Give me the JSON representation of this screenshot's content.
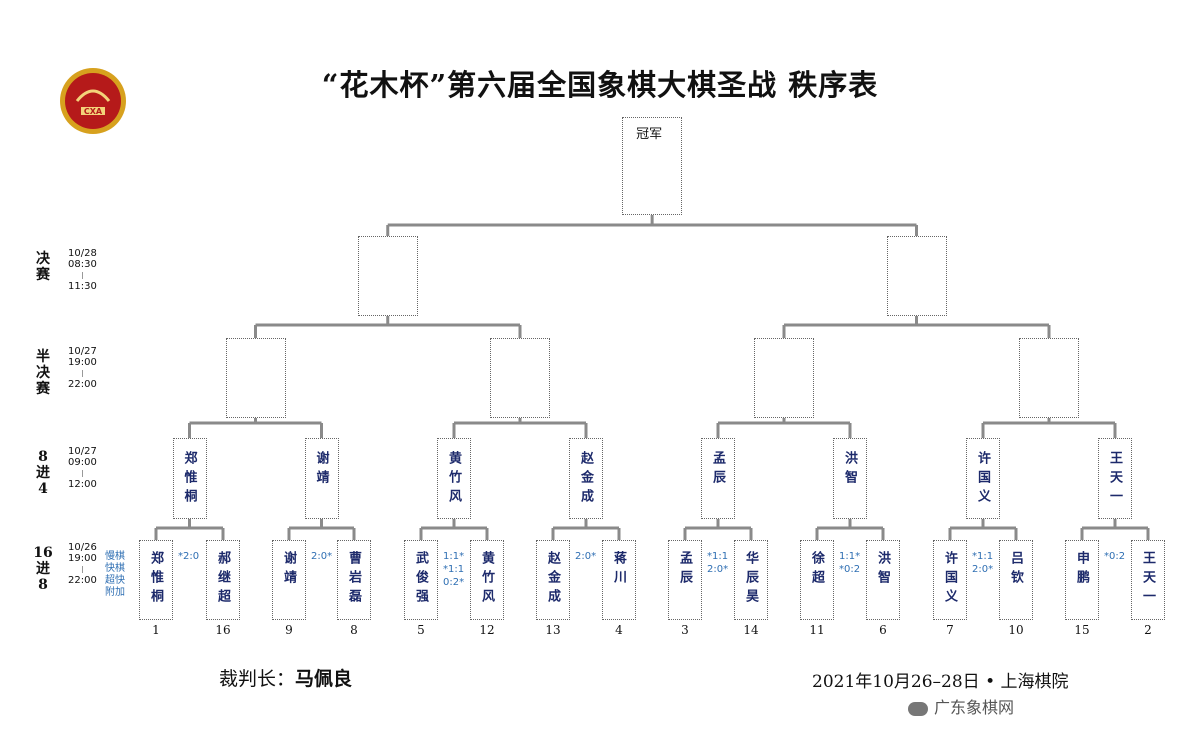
{
  "title": "“花木杯”第六届全国象棋大棋圣战  秩序表",
  "logo_text": "CXA",
  "champion_label": "冠军",
  "rounds": [
    {
      "label": "决\n赛",
      "date": "10/28",
      "start": "08:30",
      "end": "11:30"
    },
    {
      "label": "半\n决\n赛",
      "date": "10/27",
      "start": "19:00",
      "end": "22:00"
    },
    {
      "label": "8\n进\n4",
      "date": "10/27",
      "start": "09:00",
      "end": "12:00"
    },
    {
      "label": "16\n进\n8",
      "date": "10/26",
      "start": "19:00",
      "end": "22:00"
    }
  ],
  "tiebreak_note": "慢棋\n快棋\n超快\n附加",
  "r16": [
    {
      "seed": "1",
      "name": "郑惟桐"
    },
    {
      "seed": "16",
      "name": "郝继超"
    },
    {
      "seed": "9",
      "name": "谢靖"
    },
    {
      "seed": "8",
      "name": "曹岩磊"
    },
    {
      "seed": "5",
      "name": "武俊强"
    },
    {
      "seed": "12",
      "name": "黄竹风"
    },
    {
      "seed": "13",
      "name": "赵金成"
    },
    {
      "seed": "4",
      "name": "蒋川"
    },
    {
      "seed": "3",
      "name": "孟辰"
    },
    {
      "seed": "14",
      "name": "华辰昊"
    },
    {
      "seed": "11",
      "name": "徐超"
    },
    {
      "seed": "6",
      "name": "洪智"
    },
    {
      "seed": "7",
      "name": "许国义"
    },
    {
      "seed": "10",
      "name": "吕钦"
    },
    {
      "seed": "15",
      "name": "申鹏"
    },
    {
      "seed": "2",
      "name": "王天一"
    }
  ],
  "r16_scores": [
    "*2:0",
    "2:0*",
    "1:1*\n*1:1\n0:2*",
    "2:0*",
    "*1:1\n2:0*",
    "1:1*\n*0:2",
    "*1:1\n2:0*",
    "*0:2"
  ],
  "qf": [
    "郑惟桐",
    "谢靖",
    "黄竹风",
    "赵金成",
    "孟辰",
    "洪智",
    "许国义",
    "王天一"
  ],
  "sf": [
    "",
    "",
    "",
    ""
  ],
  "final": [
    "",
    ""
  ],
  "champion": "",
  "referee_label": "裁判长：",
  "referee_name": "马佩良",
  "venue": "2021年10月26–28日 • 上海棋院",
  "watermark": "广东象棋网"
}
